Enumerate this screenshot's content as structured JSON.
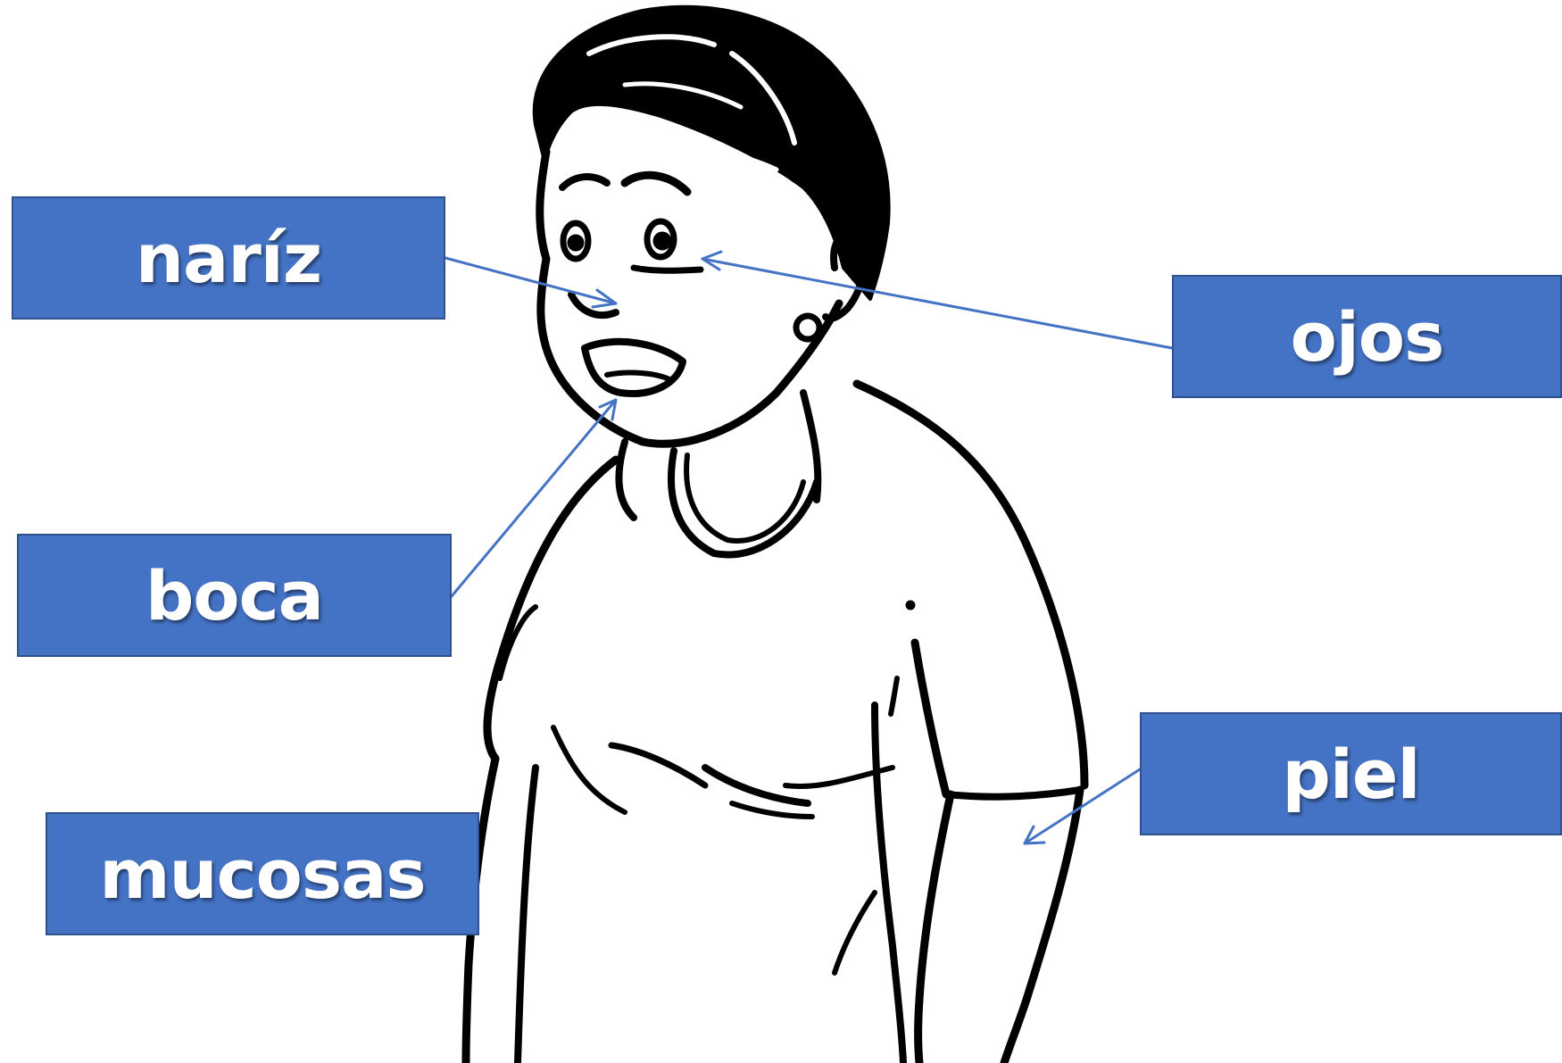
{
  "colors": {
    "box_fill": "#4472C4",
    "box_border": "#2F528F",
    "label_text": "#FFFFFF",
    "arrow": "#4472C4",
    "drawing_ink": "#000000"
  },
  "illustration": "woman-line-drawing",
  "labels": {
    "nariz": "naríz",
    "ojos": "ojos",
    "boca": "boca",
    "piel": "piel",
    "mucosas": "mucosas"
  }
}
